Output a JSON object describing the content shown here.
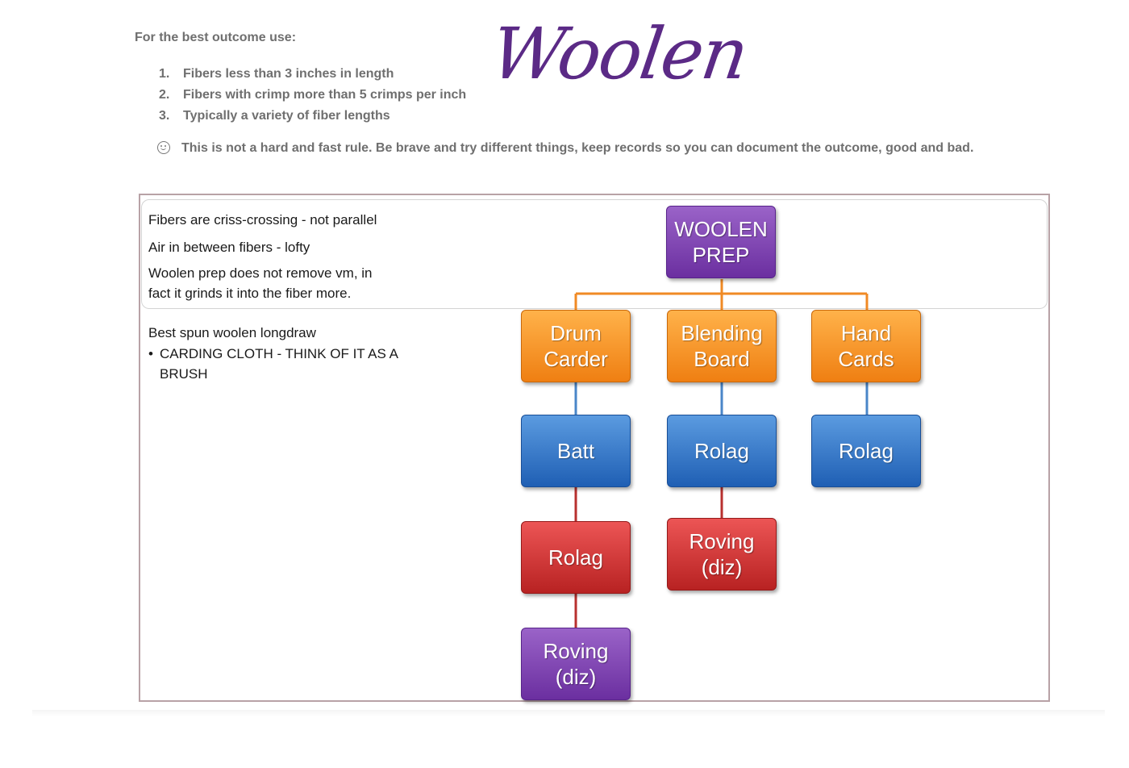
{
  "header": {
    "intro": "For the best outcome use:",
    "title": "Woolen",
    "list": [
      {
        "num": "1.",
        "text": "Fibers less than 3 inches in length"
      },
      {
        "num": "2.",
        "text": "Fibers with crimp more than 5 crimps per inch"
      },
      {
        "num": "3.",
        "text": "Typically a variety of fiber lengths"
      }
    ],
    "note": "This is not a hard and fast rule.  Be brave and try different things, keep records so you can document the outcome, good and bad."
  },
  "panel": {
    "line1": "Fibers are criss-crossing - not parallel",
    "line2": "Air in between fibers - lofty",
    "line3a": "Woolen prep does not remove vm, in",
    "line3b": "fact it grinds it into the fiber more.",
    "line4": "Best spun woolen longdraw",
    "bullet": "CARDING CLOTH - THINK OF IT AS A BRUSH"
  },
  "chart": {
    "root": "WOOLEN\nPREP",
    "drum_carder": "Drum\nCarder",
    "blending_board": "Blending\nBoard",
    "hand_cards": "Hand\nCards",
    "batt": "Batt",
    "rolag_bb": "Rolag",
    "rolag_hc": "Rolag",
    "rolag_dc": "Rolag",
    "roving_bb": "Roving\n(diz)",
    "roving_dc": "Roving\n(diz)"
  },
  "colors": {
    "title": "#5b2a86",
    "purple": "#7a3db0",
    "orange": "#f5901e",
    "blue": "#2f74c8",
    "red": "#cc3030",
    "connector_orange": "#f08a24",
    "connector_blue": "#4a86c8",
    "connector_red": "#b8302f"
  }
}
